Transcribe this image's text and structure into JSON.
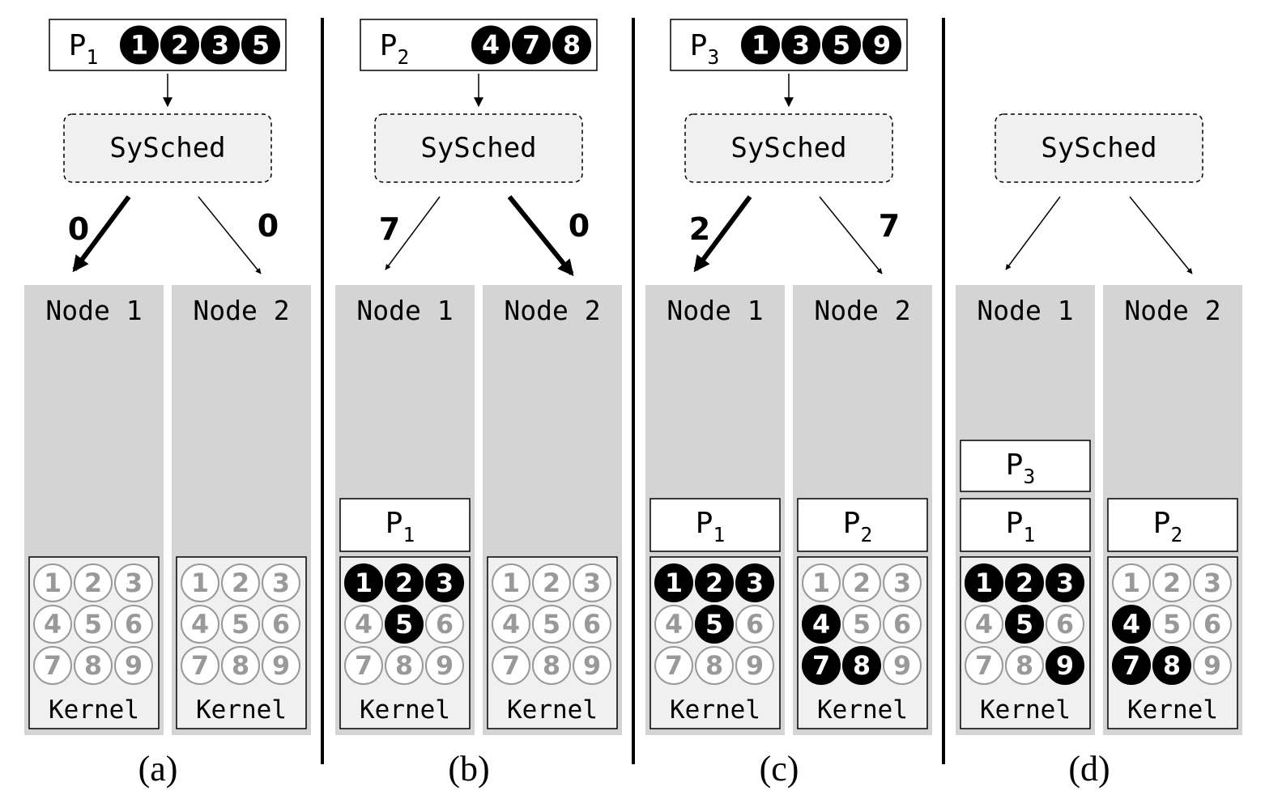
{
  "scheduler_label": "SySched",
  "node_labels": [
    "Node 1",
    "Node 2"
  ],
  "kernel_label": "Kernel",
  "kernel_grid": [
    "1",
    "2",
    "3",
    "4",
    "5",
    "6",
    "7",
    "8",
    "9"
  ],
  "colors": {
    "node_bg": "#d4d4d4",
    "box_bg": "#f0f0f0",
    "filled": "#000000",
    "hollow": "#999999",
    "border": "#000000"
  },
  "panels": [
    {
      "caption": "(a)",
      "incoming": {
        "name": "P",
        "sub": "1",
        "syscalls": [
          "1",
          "2",
          "3",
          "5"
        ]
      },
      "scores": [
        "0",
        "0"
      ],
      "bold": [
        true,
        false
      ],
      "nodes": [
        {
          "stack": [],
          "active": []
        },
        {
          "stack": [],
          "active": []
        }
      ]
    },
    {
      "caption": "(b)",
      "incoming": {
        "name": "P",
        "sub": "2",
        "syscalls": [
          "4",
          "7",
          "8"
        ]
      },
      "scores": [
        "7",
        "0"
      ],
      "bold": [
        false,
        true
      ],
      "nodes": [
        {
          "stack": [
            {
              "name": "P",
              "sub": "1"
            }
          ],
          "active": [
            "1",
            "2",
            "3",
            "5"
          ]
        },
        {
          "stack": [],
          "active": []
        }
      ]
    },
    {
      "caption": "(c)",
      "incoming": {
        "name": "P",
        "sub": "3",
        "syscalls": [
          "1",
          "3",
          "5",
          "9"
        ]
      },
      "scores": [
        "2",
        "7"
      ],
      "bold": [
        true,
        false
      ],
      "nodes": [
        {
          "stack": [
            {
              "name": "P",
              "sub": "1"
            }
          ],
          "active": [
            "1",
            "2",
            "3",
            "5"
          ]
        },
        {
          "stack": [
            {
              "name": "P",
              "sub": "2"
            }
          ],
          "active": [
            "4",
            "7",
            "8"
          ]
        }
      ]
    },
    {
      "caption": "(d)",
      "incoming": null,
      "scores": [
        "",
        ""
      ],
      "bold": [
        false,
        false
      ],
      "nodes": [
        {
          "stack": [
            {
              "name": "P",
              "sub": "1"
            },
            {
              "name": "P",
              "sub": "3"
            }
          ],
          "active": [
            "1",
            "2",
            "3",
            "5",
            "9"
          ]
        },
        {
          "stack": [
            {
              "name": "P",
              "sub": "2"
            }
          ],
          "active": [
            "4",
            "7",
            "8"
          ]
        }
      ]
    }
  ]
}
